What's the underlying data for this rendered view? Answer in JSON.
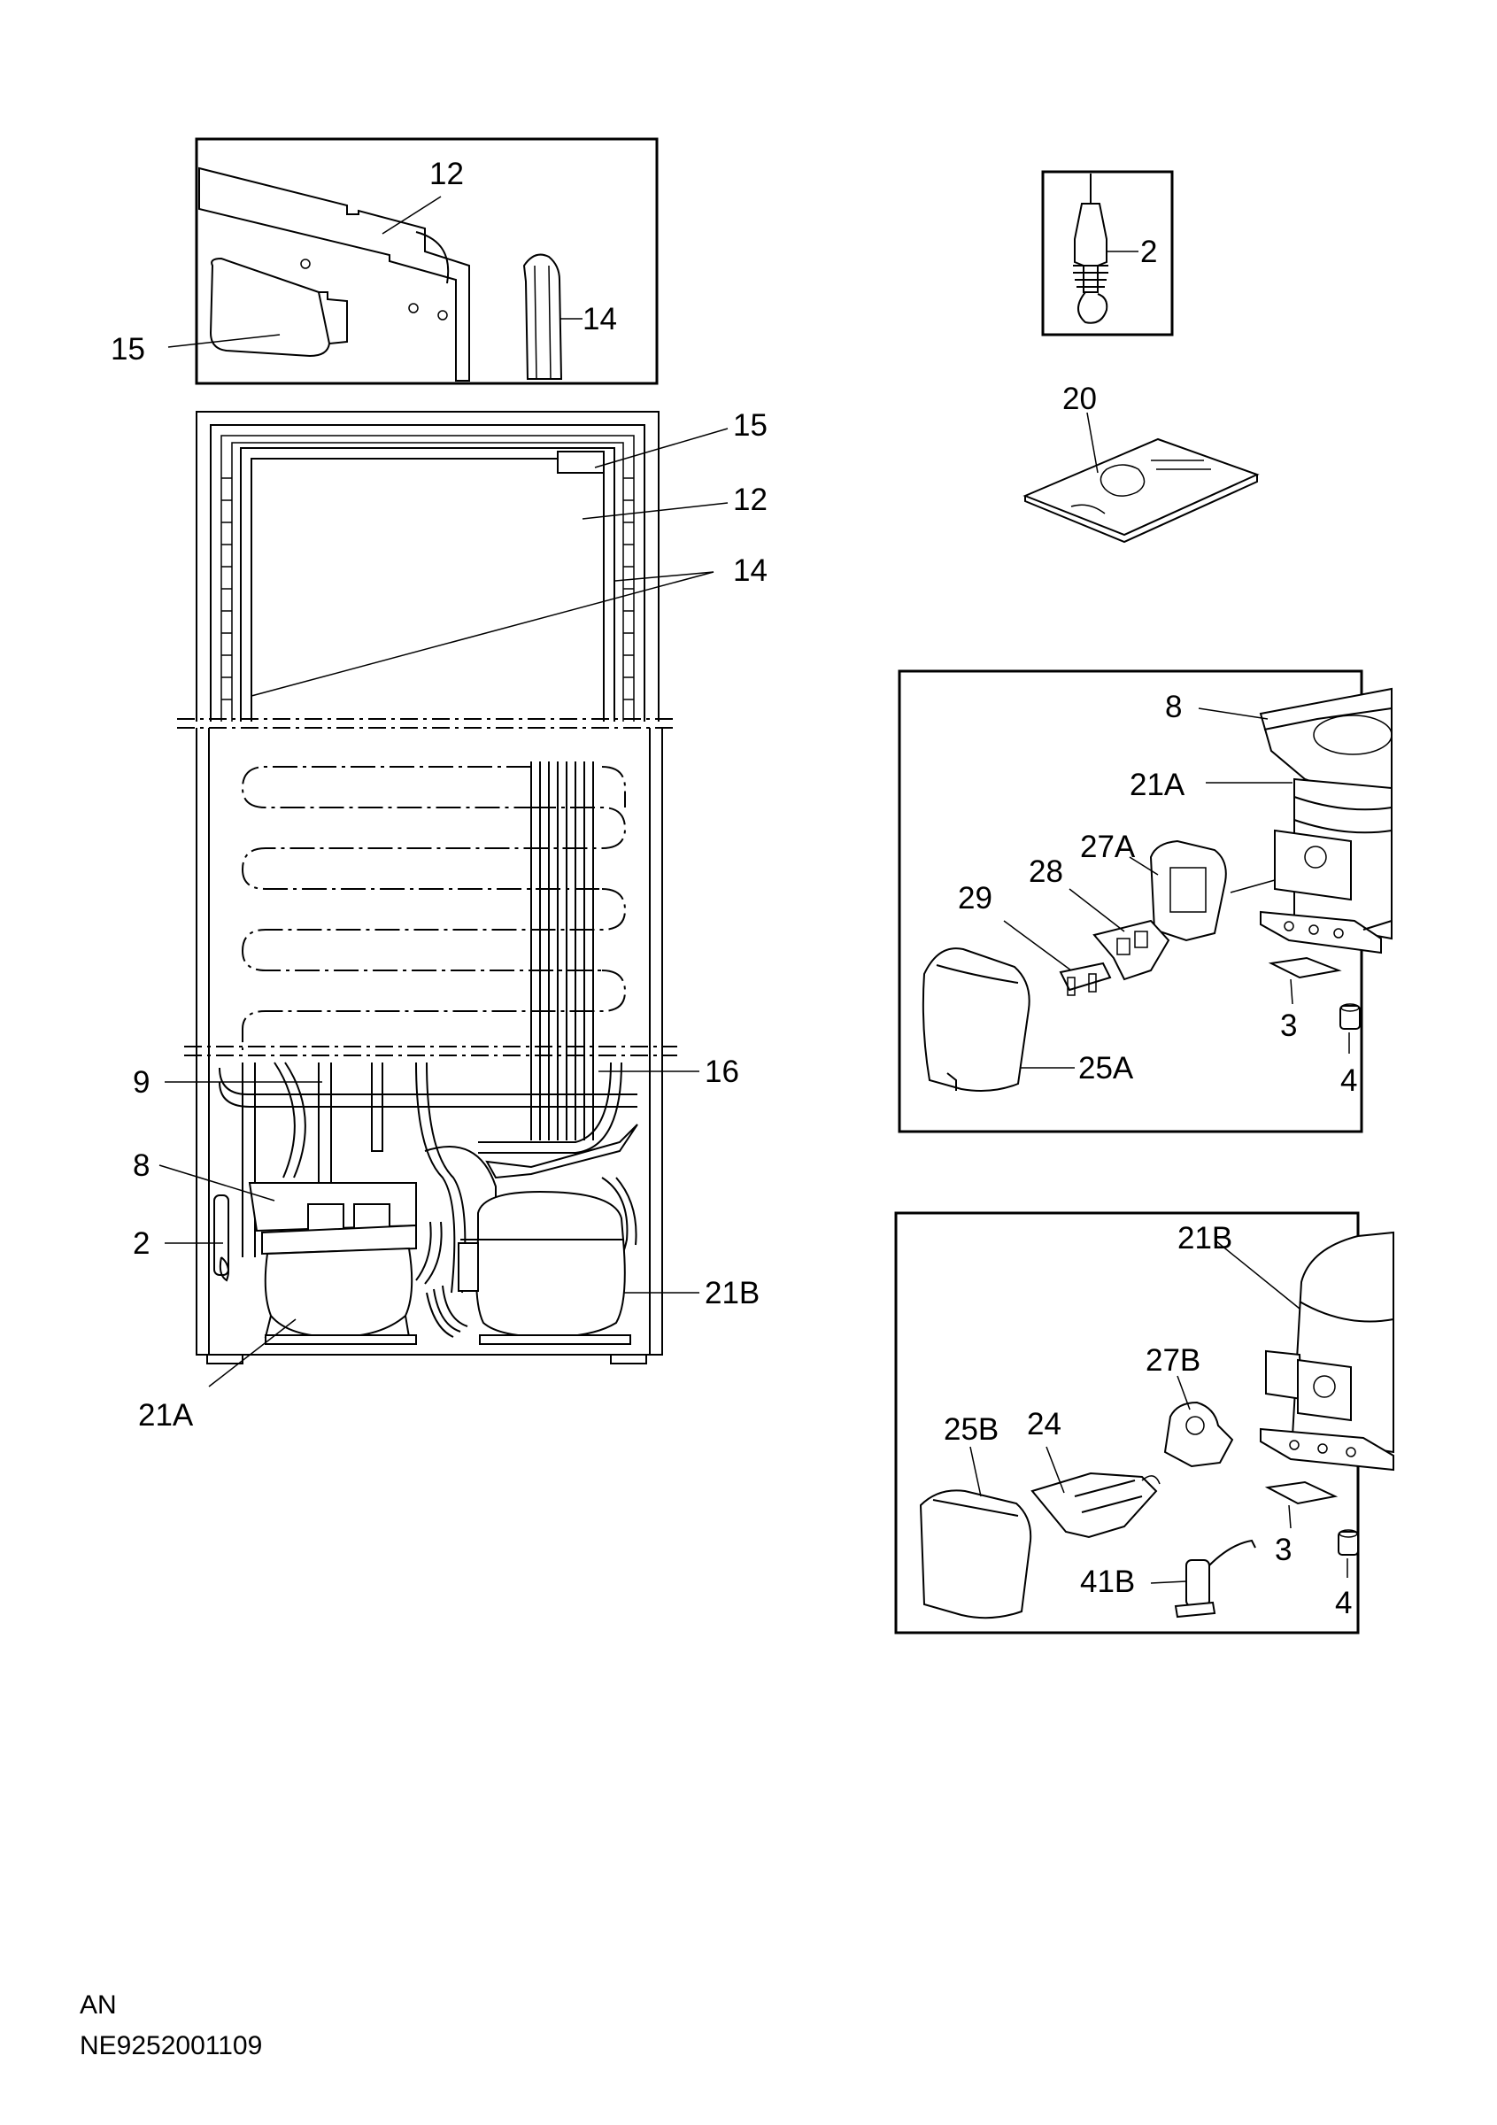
{
  "labels": {
    "t_12": "12",
    "t_14": "14",
    "t_15": "15",
    "f_15": "15",
    "f_12": "12",
    "f_14": "14",
    "c_9": "9",
    "c_16": "16",
    "c_8": "8",
    "c_2": "2",
    "c_21b": "21B",
    "c_21a": "21A",
    "s_2": "2",
    "s_20": "20",
    "k_8": "8",
    "k_21a": "21A",
    "k_27a": "27A",
    "k_28": "28",
    "k_29": "29",
    "k_3": "3",
    "k_25a": "25A",
    "k_4": "4",
    "b_21b": "21B",
    "b_27b": "27B",
    "b_25b": "25B",
    "b_24": "24",
    "b_3": "3",
    "b_41b": "41B",
    "b_4": "4"
  },
  "footer": {
    "line1": "AN",
    "line2": "NE9252001109"
  }
}
